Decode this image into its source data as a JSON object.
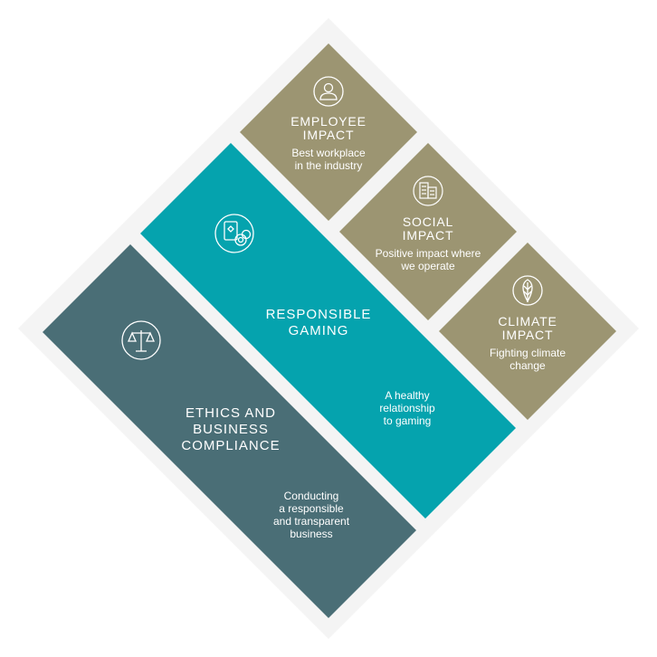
{
  "colors": {
    "olive": "#9C9572",
    "teal": "#05A3AE",
    "slate": "#4A6E76",
    "backdrop": "#F4F4F4"
  },
  "pillars": {
    "employee": {
      "icon": "person-icon",
      "title_lines": [
        "EMPLOYEE",
        "IMPACT"
      ],
      "desc_lines": [
        "Best workplace",
        "in the industry"
      ]
    },
    "social": {
      "icon": "buildings-icon",
      "title_lines": [
        "SOCIAL",
        "IMPACT"
      ],
      "desc_lines": [
        "Positive impact where",
        "we operate"
      ]
    },
    "climate": {
      "icon": "leaf-icon",
      "title_lines": [
        "CLIMATE",
        "IMPACT"
      ],
      "desc_lines": [
        "Fighting climate",
        "change"
      ]
    },
    "responsible_gaming": {
      "icon": "cards-and-chips-icon",
      "title_lines": [
        "RESPONSIBLE",
        "GAMING"
      ],
      "desc_lines": [
        "A healthy",
        "relationship",
        "to gaming"
      ]
    },
    "ethics": {
      "icon": "scales-icon",
      "title_lines": [
        "ETHICS AND",
        "BUSINESS",
        "COMPLIANCE"
      ],
      "desc_lines": [
        "Conducting",
        "a responsible",
        "and transparent",
        "business"
      ]
    }
  }
}
